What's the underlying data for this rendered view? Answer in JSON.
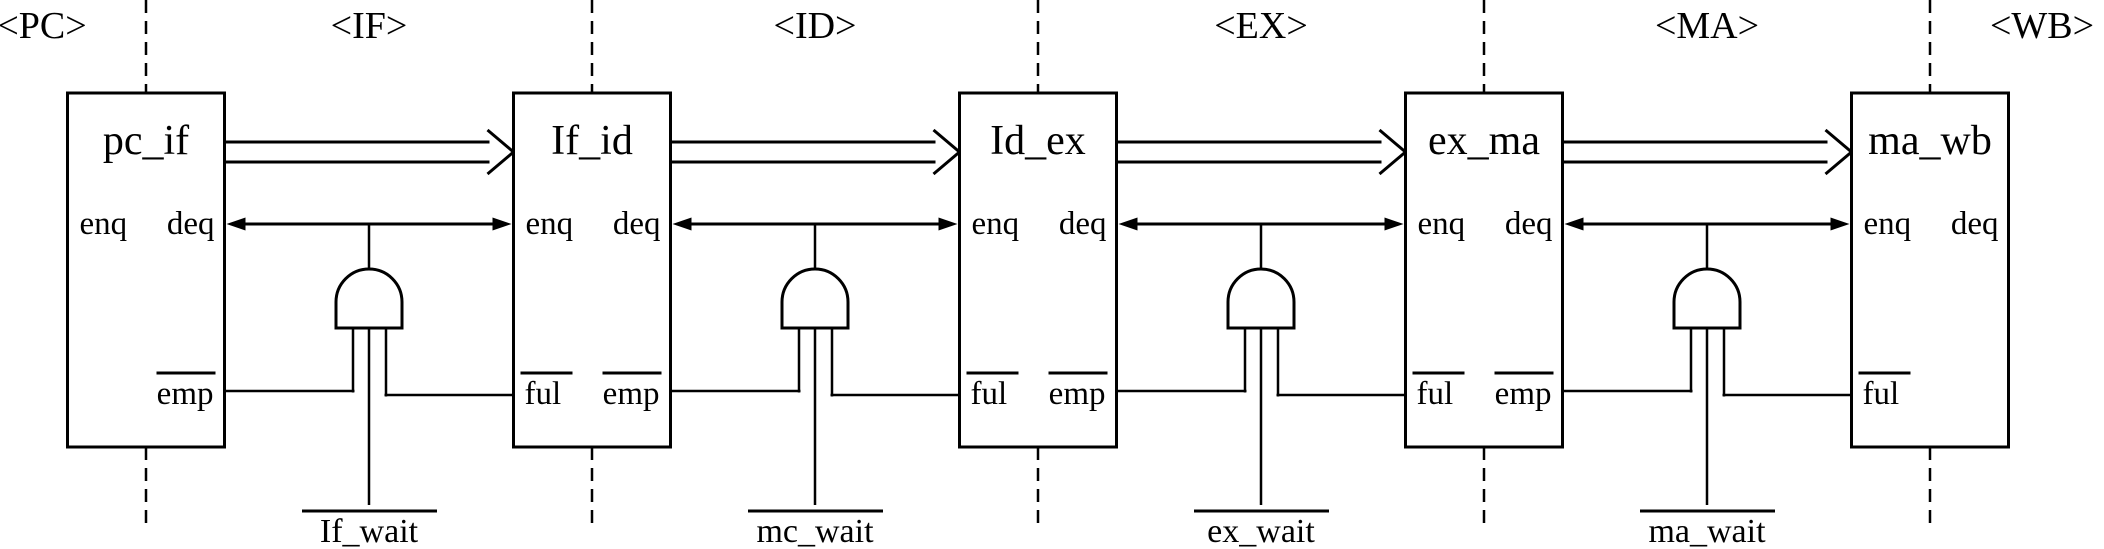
{
  "diagram": {
    "stages": [
      {
        "label": "<PC>"
      },
      {
        "label": "<IF>"
      },
      {
        "label": "<ID>"
      },
      {
        "label": "<EX>"
      },
      {
        "label": "<MA>"
      },
      {
        "label": "<WB>"
      }
    ],
    "queues": [
      {
        "title": "pc_if",
        "enq_label": "enq",
        "deq_label": "deq",
        "emp_label": "emp"
      },
      {
        "title": "If_id",
        "enq_label": "enq",
        "deq_label": "deq",
        "ful_label": "ful",
        "emp_label": "emp"
      },
      {
        "title": "Id_ex",
        "enq_label": "enq",
        "deq_label": "deq",
        "ful_label": "ful",
        "emp_label": "emp"
      },
      {
        "title": "ex_ma",
        "enq_label": "enq",
        "deq_label": "deq",
        "ful_label": "ful",
        "emp_label": "emp"
      },
      {
        "title": "ma_wb",
        "enq_label": "enq",
        "deq_label": "deq",
        "ful_label": "ful"
      }
    ],
    "wait_signals": [
      {
        "label": "If_wait"
      },
      {
        "label": "mc_wait"
      },
      {
        "label": "ex_wait"
      },
      {
        "label": "ma_wait"
      }
    ],
    "colors": {
      "stroke": "#000000",
      "background": "#ffffff"
    }
  }
}
